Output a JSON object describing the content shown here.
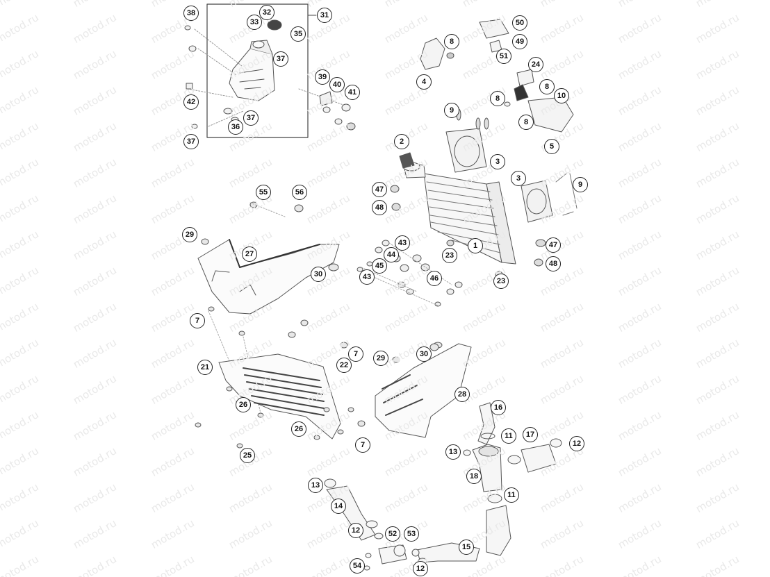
{
  "diagram": {
    "watermark": "motod.ru",
    "callouts": [
      "1",
      "2",
      "3",
      "3",
      "4",
      "5",
      "7",
      "7",
      "7",
      "8",
      "8",
      "8",
      "9",
      "9",
      "10",
      "11",
      "11",
      "12",
      "12",
      "12",
      "13",
      "13",
      "14",
      "15",
      "16",
      "17",
      "18",
      "21",
      "22",
      "23",
      "23",
      "24",
      "25",
      "26",
      "26",
      "27",
      "28",
      "29",
      "29",
      "30",
      "30",
      "31",
      "32",
      "33",
      "35",
      "36",
      "37",
      "37",
      "37",
      "38",
      "39",
      "40",
      "41",
      "42",
      "43",
      "43",
      "44",
      "45",
      "46",
      "47",
      "47",
      "48",
      "48",
      "49",
      "50",
      "51",
      "52",
      "53",
      "54",
      "55",
      "56"
    ]
  }
}
